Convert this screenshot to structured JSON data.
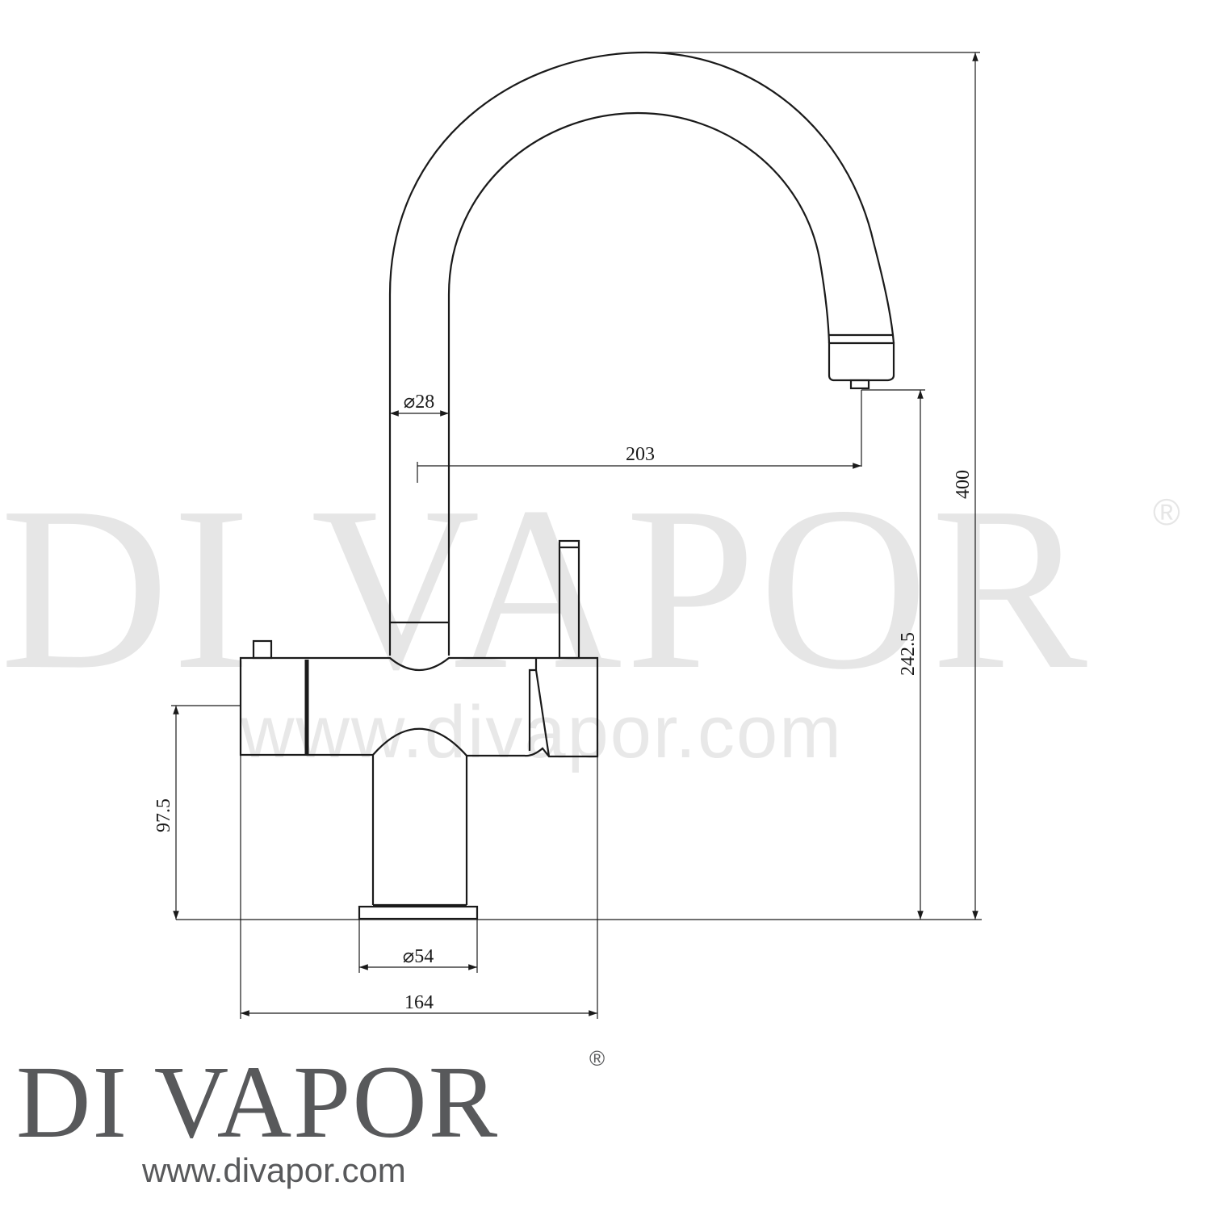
{
  "watermark": {
    "brand": "DI VAPOR",
    "registered": "®",
    "url": "www.divapor.com"
  },
  "dimensions": {
    "spout_diameter": "⌀28",
    "spout_reach": "203",
    "total_height": "400",
    "spout_outlet_height": "242.5",
    "body_height": "97.5",
    "base_diameter": "⌀54",
    "body_width": "164"
  },
  "logo": {
    "brand": "DI VAPOR",
    "registered": "®",
    "url": "www.divapor.com"
  }
}
